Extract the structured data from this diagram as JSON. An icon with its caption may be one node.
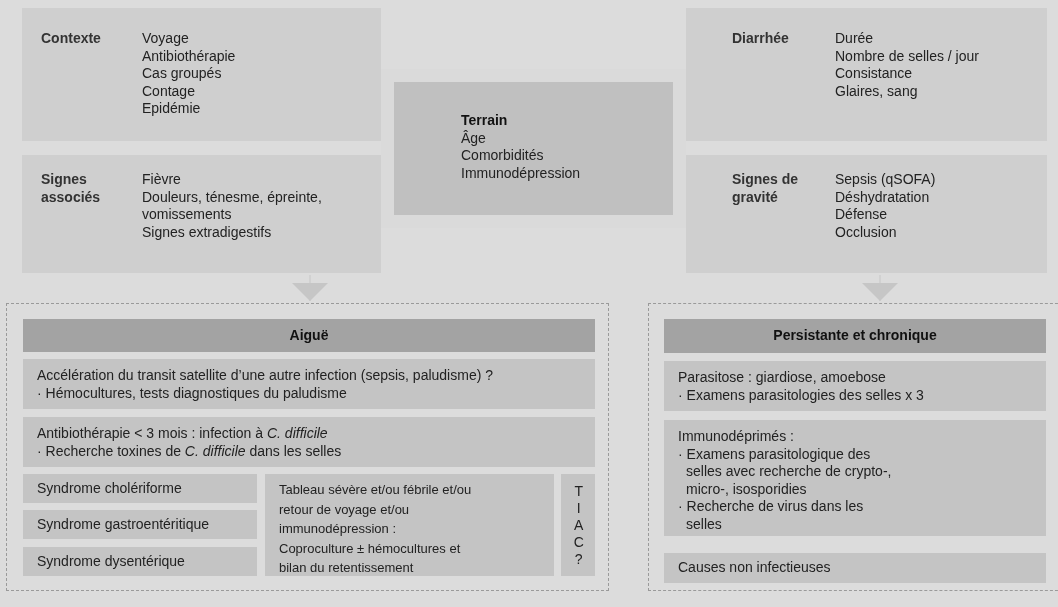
{
  "diagram": {
    "nodes": [
      {
        "text": [
          "Contexte",
          "Voyage",
          "Antibiothérapie",
          "Cas groupés",
          "Contage",
          "Epidémie"
        ]
      },
      {
        "text": [
          "Diarrhée",
          "Durée",
          "Nombre de selles / jour",
          "Consistance",
          "Glaires, sang"
        ]
      },
      {
        "text": [
          "Terrain",
          "Âge",
          "Comorbidités",
          "Immunodépression"
        ]
      },
      {
        "text": [
          "Signes associés",
          "Fièvre",
          "Douleurs, ténesme, épreinte, vomissements",
          "Signes extradigestifs"
        ]
      },
      {
        "text": [
          "Signes de gravité",
          "Sepsis (qSOFA)",
          "Déshydratation",
          "Défense",
          "Occlusion"
        ]
      },
      {
        "text": [],
        "shape": "box"
      },
      {
        "text": [
          "Aiguë"
        ],
        "in": 5
      },
      {
        "text": [
          "Accélération du transit satellite d’une autre infection (sepsis, paludisme) ?",
          "· Hémocultures, tests diagnostiques du paludisme"
        ],
        "in": 5
      },
      {
        "text": [
          "Antibiothérapie < 3 mois : infection à *C. difficile*",
          "· Recherche toxines de *C. difficile* dans les selles"
        ],
        "in": 5
      },
      {
        "text": [
          "Syndrome cholériforme"
        ],
        "in": 5
      },
      {
        "text": [
          "Syndrome gastroentéritique"
        ],
        "in": 5
      },
      {
        "text": [
          "Syndrome dysentérique"
        ],
        "in": 5
      },
      {
        "text": [
          "Tableau sévère et/ou fébrile et/ou retour de voyage et/ou immunodépression :",
          "Coproculture ± hémocultures et bilan du retentissement"
        ],
        "in": 5
      },
      {
        "text": [
          "TIAC?"
        ],
        "in": 5
      },
      {
        "text": [],
        "shape": "box"
      },
      {
        "text": [
          "Persistante et chronique"
        ],
        "in": 14
      },
      {
        "text": [
          "Parasitose : giardiose, amoebose",
          "· Examens parasitologies des selles x 3"
        ],
        "in": 14
      },
      {
        "text": [
          "Immunodéprimés :",
          "· Examens parasitologique des selles avec recherche de crypto-, micro-, isosporidies",
          "· Recherche de virus dans les selles"
        ],
        "in": 14
      },
      {
        "text": [
          "Causes non infectieuses"
        ],
        "in": 14
      }
    ],
    "edges": [
      {
        "from": 3,
        "to": 5,
        "arrow": "to"
      },
      {
        "from": 4,
        "to": 14,
        "arrow": "to"
      }
    ]
  }
}
